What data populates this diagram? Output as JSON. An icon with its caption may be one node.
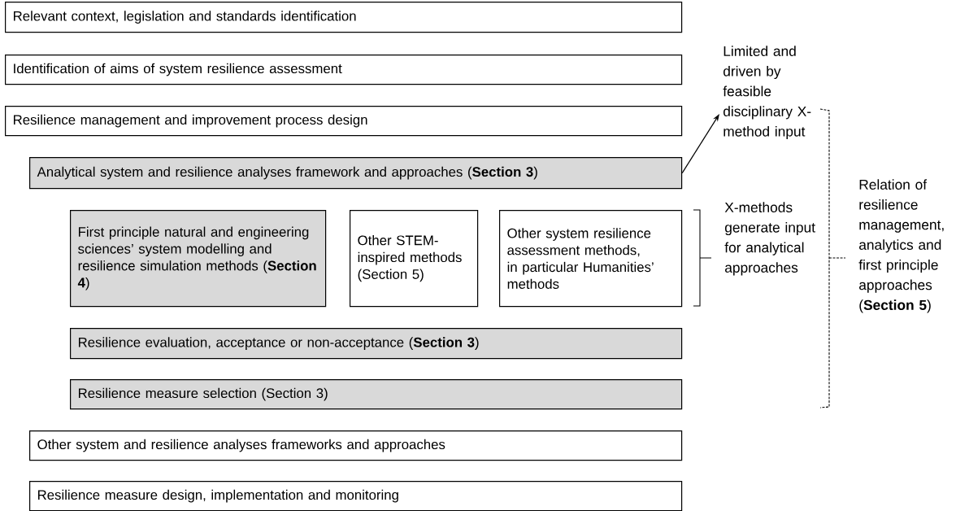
{
  "diagram": {
    "nodes": [
      {
        "text": [
          "Relevant context, legislation and standards identification"
        ]
      },
      {
        "text": [
          "Identification of aims of system resilience assessment"
        ]
      },
      {
        "text": [
          "Resilience management and improvement process design"
        ]
      },
      {
        "text": [
          "Analytical system and resilience analyses framework and approaches (**Section 3**)"
        ]
      },
      {
        "text": [
          "First principle natural and engineering sciences’ system modelling and resilience simulation methods (**Section 4**)"
        ]
      },
      {
        "text": [
          "Other STEM- inspired methods (Section 5)"
        ]
      },
      {
        "text": [
          "Other system resilience assessment methods, in particular Humanities’ methods"
        ]
      },
      {
        "text": [
          "Resilience evaluation, acceptance or non-acceptance (**Section 3**)"
        ]
      },
      {
        "text": [
          "Resilience measure selection (Section 3)"
        ]
      },
      {
        "text": [
          "Other system and resilience analyses frameworks and approaches"
        ]
      },
      {
        "text": [
          "Resilience measure design, implementation and monitoring"
        ]
      },
      {
        "text": [
          "Limited and driven by feasible disciplinary X-method input"
        ]
      }
    ],
    "edges": [
      {
        "from": 3,
        "to": 11,
        "arrow": "to"
      }
    ],
    "labels": [
      "X-methods generate input for analytical approaches",
      "Relation of resilience management, analytics and first principle approaches (**Section 5**)"
    ]
  }
}
